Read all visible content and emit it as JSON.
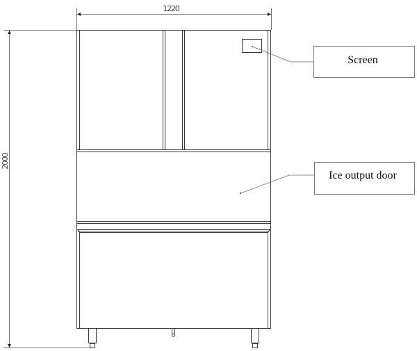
{
  "drawing": {
    "type": "front-view technical drawing",
    "subject": "ice machine cabinet",
    "line_color": "#3a3a3a",
    "background": "#ffffff"
  },
  "dimensions": {
    "width": {
      "label": "1220",
      "orientation": "horizontal"
    },
    "height": {
      "label": "2000",
      "orientation": "vertical"
    }
  },
  "callouts": [
    {
      "id": "screen",
      "label": "Screen"
    },
    {
      "id": "ice-output-door",
      "label": "Ice output door"
    }
  ],
  "components": {
    "upper_doors": {
      "count": 2
    },
    "screen_panel": {
      "count": 1
    },
    "ice_output_door": {
      "count": 1
    },
    "lower_door": {
      "count": 1
    },
    "legs": {
      "count": 2
    },
    "drain": {
      "count": 1
    }
  }
}
